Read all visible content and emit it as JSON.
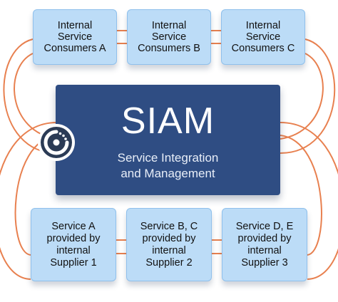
{
  "consumers": [
    {
      "label": "Internal\nService\nConsumers A"
    },
    {
      "label": "Internal\nService\nConsumers B"
    },
    {
      "label": "Internal\nService\nConsumers C"
    }
  ],
  "center": {
    "title": "SIAM",
    "subtitle": "Service Integration\nand Management"
  },
  "suppliers": [
    {
      "label": "Service A\nprovided by\ninternal\nSupplier 1"
    },
    {
      "label": "Service B, C\nprovided by\ninternal\nSupplier 2"
    },
    {
      "label": "Service D, E\nprovided by\ninternal\nSupplier 3"
    }
  ],
  "colors": {
    "connector": "#e8804f",
    "box_fill": "#bcdcf7",
    "box_border": "#8fc0ec",
    "center_fill": "#2f4d83",
    "logo_ring": "#2b3b55"
  },
  "icons": {
    "logo": "brand-logo-icon"
  }
}
